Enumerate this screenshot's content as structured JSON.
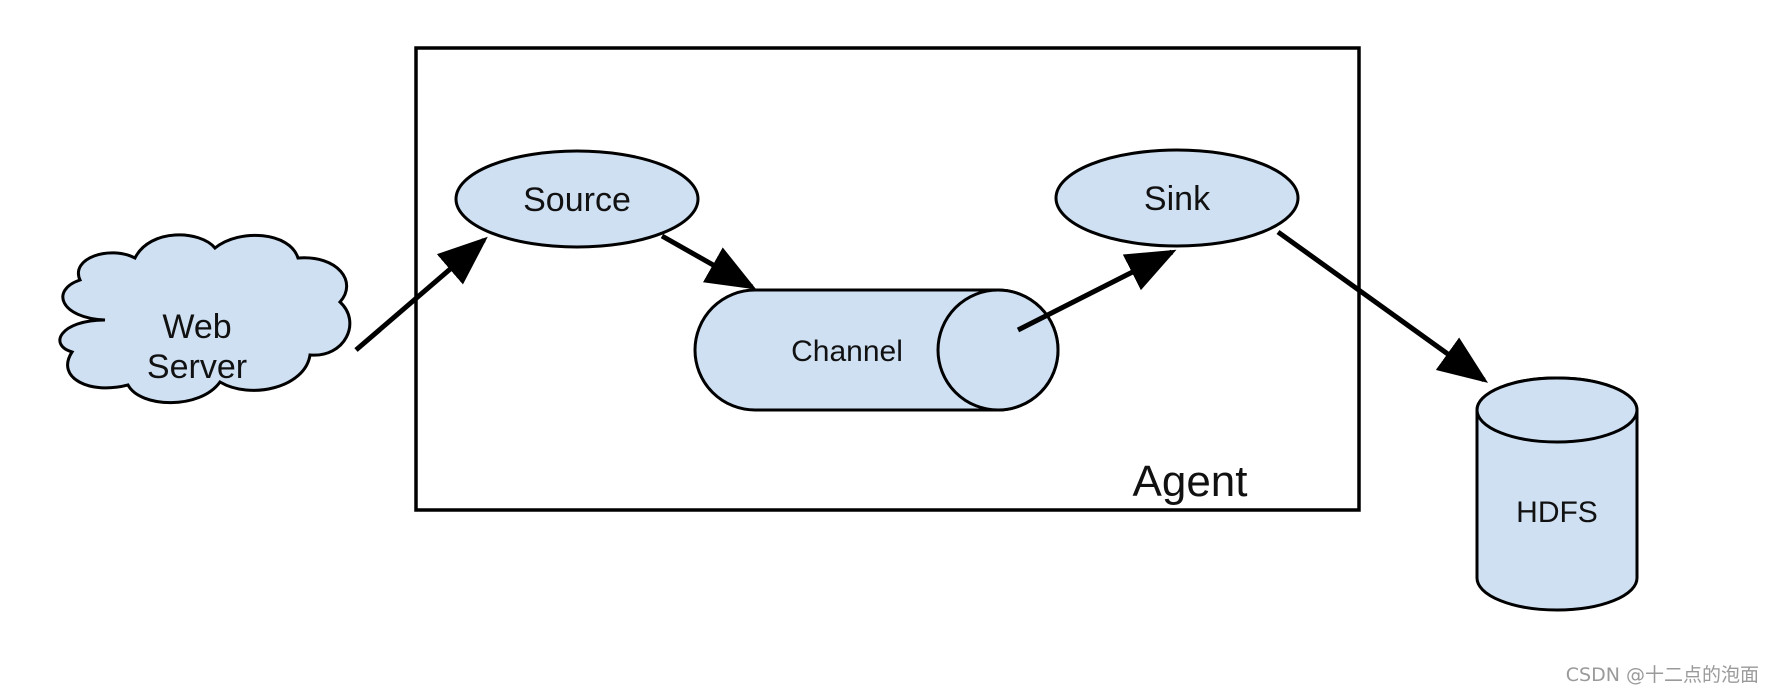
{
  "diagram": {
    "agent_label": "Agent",
    "source_label": "Source",
    "channel_label": "Channel",
    "sink_label": "Sink",
    "web_server_label_line1": "Web",
    "web_server_label_line2": "Server",
    "hdfs_label": "HDFS"
  },
  "watermark": {
    "text": "CSDN @十二点的泡面"
  },
  "colors": {
    "node_fill": "#cfe0f3",
    "stroke": "#000000",
    "background": "#ffffff"
  }
}
